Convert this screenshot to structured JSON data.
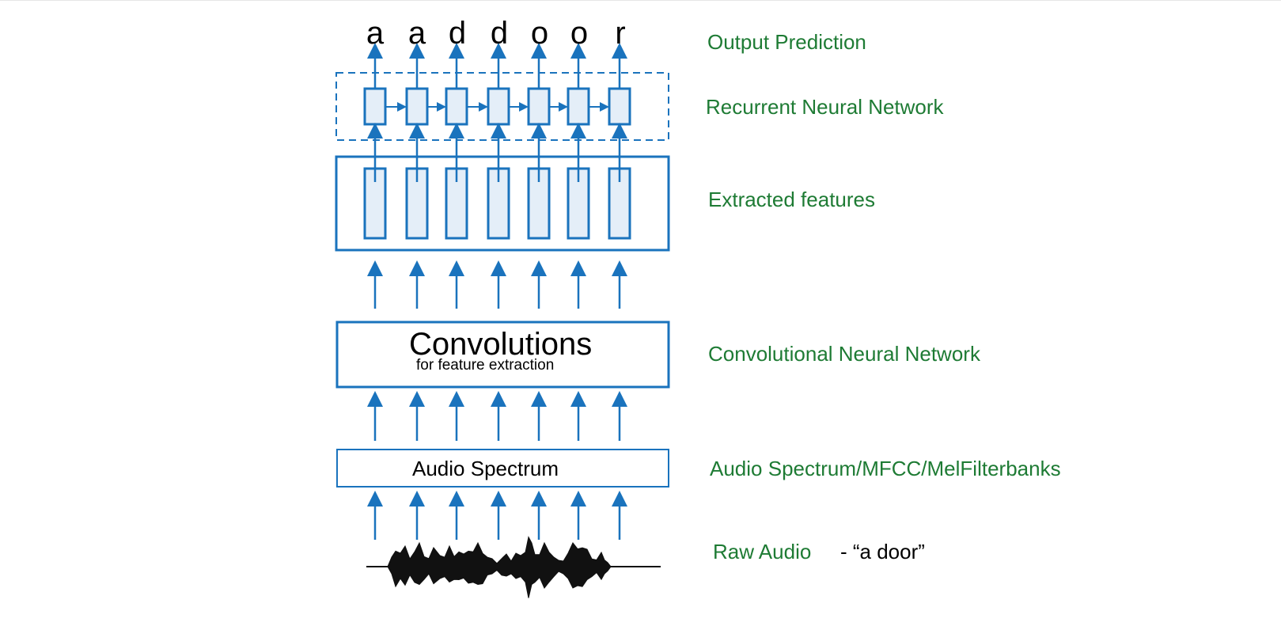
{
  "output_letters": [
    "a",
    "a",
    "d",
    "d",
    "o",
    "o",
    "r"
  ],
  "labels": {
    "output_prediction": "Output Prediction",
    "rnn": "Recurrent Neural Network",
    "extracted_features": "Extracted features",
    "cnn": "Convolutional Neural Network",
    "spectrum": "Audio Spectrum/MFCC/MelFilterbanks",
    "raw_audio": "Raw Audio"
  },
  "raw_audio_quote": "- “a door”",
  "convolutions": {
    "title": "Convolutions",
    "subtitle": "for feature extraction"
  },
  "audio_spectrum_box": "Audio Spectrum",
  "colors": {
    "diagram_blue": "#1a73bd",
    "cell_fill": "#e4eef8",
    "label_green": "#1e7b34",
    "waveform": "#111111"
  }
}
